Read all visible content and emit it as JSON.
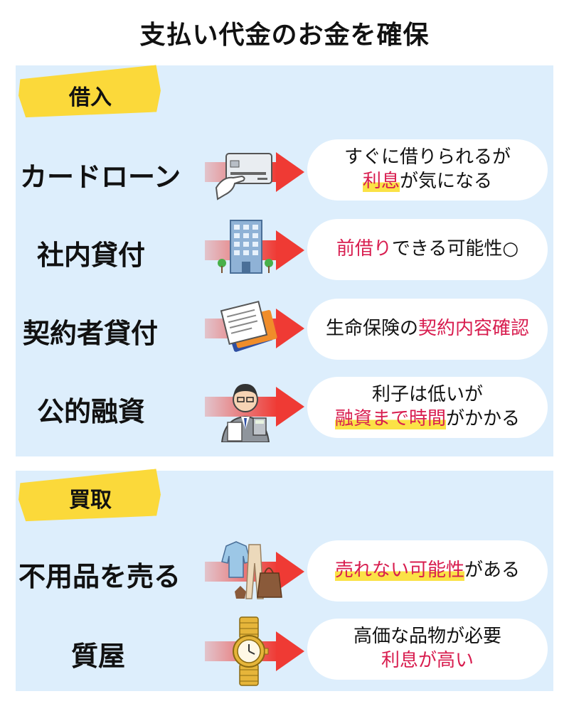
{
  "title": "支払い代金のお金を確保",
  "sections": {
    "borrow": {
      "label": "借入",
      "rows": [
        {
          "label": "カードローン",
          "icon": "credit-card-icon",
          "line1": [
            {
              "t": "すぐに借りられるが",
              "c": ""
            }
          ],
          "line2": [
            {
              "t": "利息",
              "c": "red hl"
            },
            {
              "t": "が気になる",
              "c": ""
            }
          ]
        },
        {
          "label": "社内貸付",
          "icon": "office-building-icon",
          "line1": [
            {
              "t": "前借り",
              "c": "red"
            },
            {
              "t": "できる可能性○",
              "c": ""
            }
          ],
          "line2": []
        },
        {
          "label": "契約者貸付",
          "icon": "documents-icon",
          "line1": [
            {
              "t": "生命保険の",
              "c": ""
            },
            {
              "t": "契約内容確認",
              "c": "red"
            }
          ],
          "line2": []
        },
        {
          "label": "公的融資",
          "icon": "businessman-calculator-icon",
          "line1": [
            {
              "t": "利子は低いが",
              "c": ""
            }
          ],
          "line2": [
            {
              "t": "融資まで時間",
              "c": "red hl"
            },
            {
              "t": "がかかる",
              "c": ""
            }
          ]
        }
      ]
    },
    "buy": {
      "label": "買取",
      "rows": [
        {
          "label": "不用品を売る",
          "icon": "clothes-bag-icon",
          "line1": [
            {
              "t": "売れない可能性",
              "c": "red hl"
            },
            {
              "t": "がある",
              "c": ""
            }
          ],
          "line2": []
        },
        {
          "label": "質屋",
          "icon": "wristwatch-icon",
          "line1": [
            {
              "t": "高価な品物が必要",
              "c": ""
            }
          ],
          "line2": [
            {
              "t": "利息が高い",
              "c": "red"
            }
          ]
        }
      ]
    }
  },
  "colors": {
    "accent_red": "#d81d4f",
    "arrow_red": "#ef3a34",
    "tape_yellow": "#fbd93a",
    "panel_blue": "#ddeefc"
  }
}
